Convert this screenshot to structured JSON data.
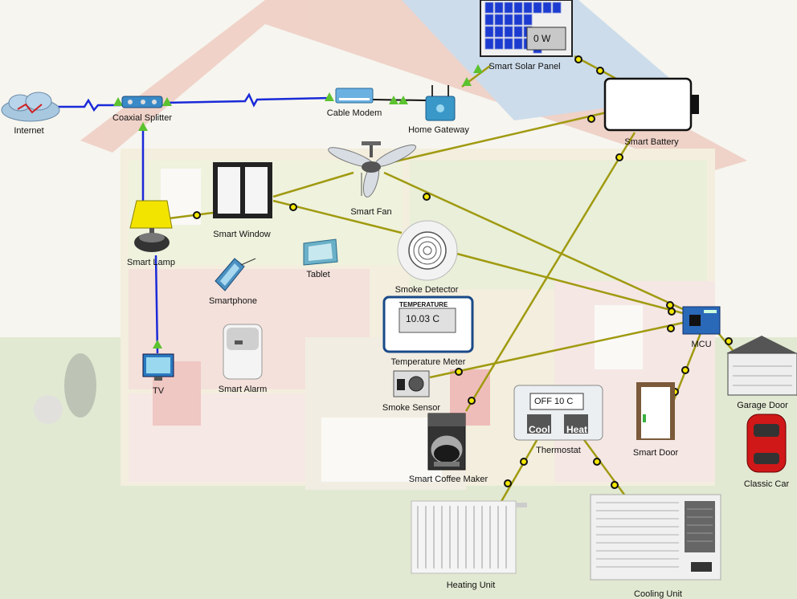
{
  "devices": {
    "internet": "Internet",
    "coaxial_splitter": "Coaxial Splitter",
    "cable_modem": "Cable Modem",
    "home_gateway": "Home Gateway",
    "smart_solar_panel": "Smart Solar Panel",
    "smart_battery": "Smart Battery",
    "smart_fan": "Smart Fan",
    "smart_window": "Smart Window",
    "smart_lamp": "Smart Lamp",
    "tablet": "Tablet",
    "smartphone": "Smartphone",
    "smoke_detector": "Smoke Detector",
    "temperature_meter": "Temperature Meter",
    "smart_alarm": "Smart Alarm",
    "tv": "TV",
    "smoke_sensor": "Smoke Sensor",
    "mcu": "MCU",
    "garage_door": "Garage Door",
    "smart_door": "Smart Door",
    "thermostat": "Thermostat",
    "classic_car": "Classic Car",
    "smart_coffee_maker": "Smart Coffee Maker",
    "heating_unit": "Heating Unit",
    "cooling_unit": "Cooling Unit"
  },
  "displays": {
    "solar_output": "0 W",
    "temperature_header": "TEMPERATURE",
    "temperature_value": "10.03 C",
    "thermostat_state": "OFF  10 C",
    "cool_label": "Cool",
    "heat_label": "Heat"
  },
  "colors": {
    "coax_link": "#1a2ad8",
    "iot_link": "#a09a10",
    "ethernet_link": "#111111",
    "link_up": "#5cc22f",
    "background": "#f6f5ef"
  }
}
